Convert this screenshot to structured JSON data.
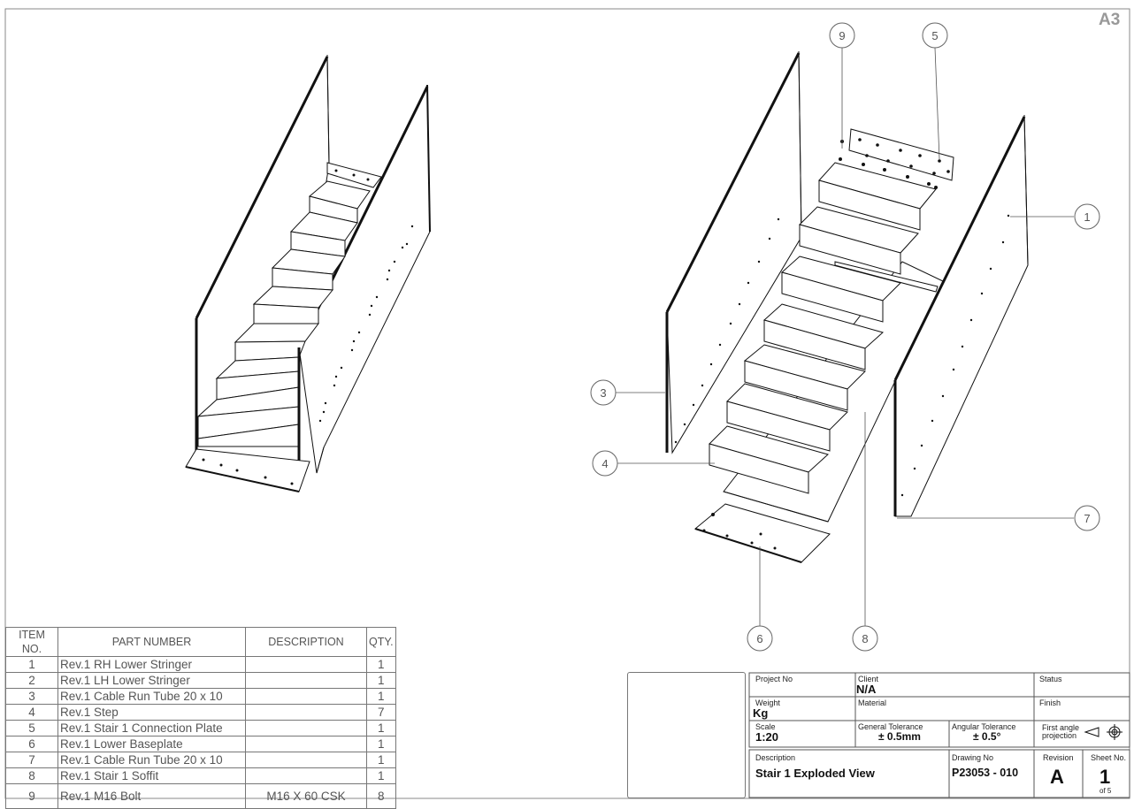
{
  "sheet_size": "A3",
  "balloons": [
    {
      "label": "9"
    },
    {
      "label": "5"
    },
    {
      "label": "1"
    },
    {
      "label": "3"
    },
    {
      "label": "4"
    },
    {
      "label": "7"
    },
    {
      "label": "6"
    },
    {
      "label": "8"
    }
  ],
  "bom": {
    "headers": [
      "ITEM NO.",
      "PART NUMBER",
      "DESCRIPTION",
      "QTY."
    ],
    "rows": [
      {
        "item": "1",
        "part": "Rev.1 RH Lower Stringer",
        "desc": "",
        "qty": "1"
      },
      {
        "item": "2",
        "part": "Rev.1 LH Lower Stringer",
        "desc": "",
        "qty": "1"
      },
      {
        "item": "3",
        "part": "Rev.1 Cable Run Tube 20 x 10",
        "desc": "",
        "qty": "1"
      },
      {
        "item": "4",
        "part": "Rev.1 Step",
        "desc": "",
        "qty": "7"
      },
      {
        "item": "5",
        "part": "Rev.1 Stair 1 Connection Plate",
        "desc": "",
        "qty": "1"
      },
      {
        "item": "6",
        "part": "Rev.1 Lower Baseplate",
        "desc": "",
        "qty": "1"
      },
      {
        "item": "7",
        "part": "Rev.1 Cable Run Tube 20 x 10",
        "desc": "",
        "qty": "1"
      },
      {
        "item": "8",
        "part": "Rev.1 Stair 1 Soffit",
        "desc": "",
        "qty": "1"
      },
      {
        "item": "9",
        "part": "Rev.1 M16 Bolt",
        "desc": "M16 X 60 CSK",
        "qty": "8"
      }
    ]
  },
  "title_block": {
    "project_no_label": "Project No",
    "project_no": "",
    "client_label": "Client",
    "client": "N/A",
    "status_label": "Status",
    "weight_label": "Weight",
    "weight": "Kg",
    "material_label": "Material",
    "finish_label": "Finish",
    "scale_label": "Scale",
    "scale": "1:20",
    "general_tol_label": "General Tolerance",
    "general_tol": "± 0.5mm",
    "angular_tol_label": "Angular Tolerance",
    "angular_tol": "± 0.5°",
    "projection_label_1": "First angle",
    "projection_label_2": "projection",
    "description_label": "Description",
    "description": "Stair 1 Exploded View",
    "drawing_no_label": "Drawing No",
    "drawing_no": "P23053 - 010",
    "revision_label": "Revision",
    "revision": "A",
    "sheet_label": "Sheet No.",
    "sheet_no": "1",
    "sheet_of": "of 5"
  }
}
